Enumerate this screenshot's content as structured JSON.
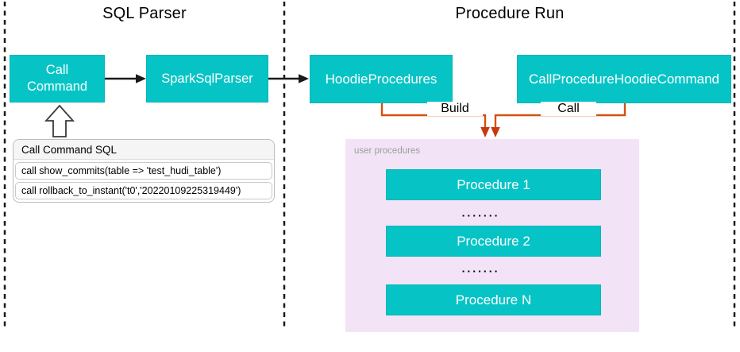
{
  "theme": {
    "teal": "#06C4C6",
    "purple_bg": "#F2E4F6",
    "orange_line": "#D4500F",
    "orange_arrow": "#C63A0F",
    "sql_header_bg": "#F5F5F5",
    "gray_label": "#9E9E9E",
    "line_black": "#1A1A1A"
  },
  "sections": {
    "sql_parser_title": "SQL Parser",
    "procedure_run_title": "Procedure Run"
  },
  "nodes": {
    "call_command": "Call\nCommand",
    "spark_sql_parser": "SparkSqlParser",
    "hoodie_procedures": "HoodieProcedures",
    "call_procedure_hoodie_command": "CallProcedureHoodieCommand"
  },
  "edges": {
    "build_label": "Build",
    "call_label": "Call"
  },
  "sql_box": {
    "title": "Call Command SQL",
    "rows": [
      "call show_commits(table => 'test_hudi_table')",
      "call rollback_to_instant('t0','20220109225319449')"
    ]
  },
  "user_procedures": {
    "label": "user procedures",
    "items": [
      "Procedure 1",
      "Procedure 2",
      "Procedure N"
    ],
    "ellipsis": "▪▪▪▪▪▪▪"
  }
}
